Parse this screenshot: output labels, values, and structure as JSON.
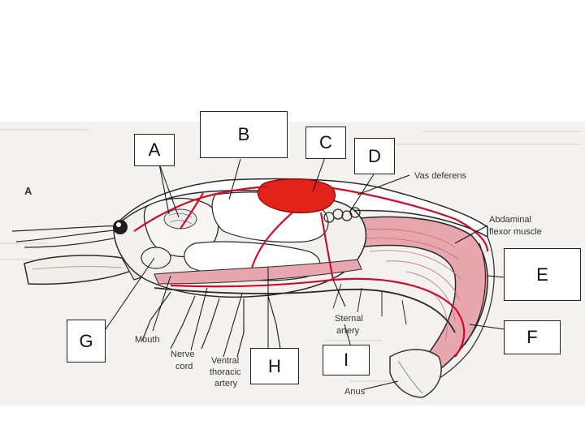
{
  "figure": {
    "panel_letter": "A",
    "printed_labels": {
      "vas_deferens": "Vas deferens",
      "abdominal_flexor_line1": "Abdaminal",
      "abdominal_flexor_line2": "flexor muscle",
      "mouth": "Mouth",
      "nerve_cord_line1": "Nerve",
      "nerve_cord_line2": "cord",
      "ventral_thoracic_line1": "Ventral",
      "ventral_thoracic_line2": "thoracic",
      "ventral_thoracic_line3": "artery",
      "sternal_artery_line1": "Sternal",
      "sternal_artery_line2": "artery",
      "anus": "Anus"
    }
  },
  "answer_boxes": {
    "A": "A",
    "B": "B",
    "C": "C",
    "D": "D",
    "E": "E",
    "F": "F",
    "G": "G",
    "H": "H",
    "I": "I"
  },
  "colors": {
    "paper": "#f4f2ee",
    "muscle_pink": "#e8a7ae",
    "artery_red": "#c8102e",
    "heart_red": "#e2231a",
    "outline": "#2a2a2a"
  }
}
